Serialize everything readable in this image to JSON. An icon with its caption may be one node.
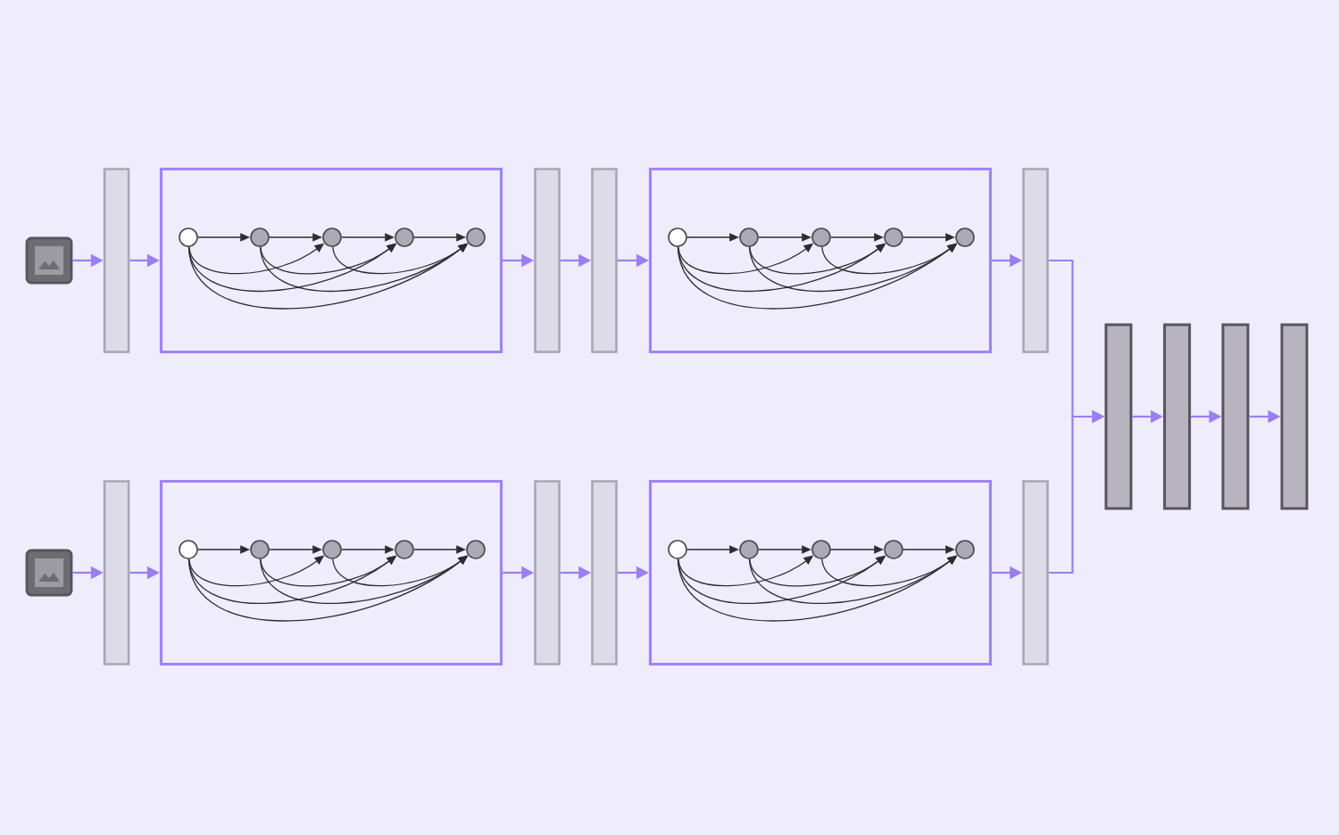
{
  "diagram": {
    "nodes": [
      {
        "text": [],
        "shape": "picture"
      },
      {
        "text": [],
        "shape": "bar"
      },
      {
        "text": [],
        "shape": "box"
      },
      {
        "text": [],
        "shape": "circle",
        "in": 2
      },
      {
        "text": [],
        "shape": "circle",
        "in": 2
      },
      {
        "text": [],
        "shape": "circle",
        "in": 2
      },
      {
        "text": [],
        "shape": "circle",
        "in": 2
      },
      {
        "text": [],
        "shape": "circle",
        "in": 2
      },
      {
        "text": [],
        "shape": "bar"
      },
      {
        "text": [],
        "shape": "bar"
      },
      {
        "text": [],
        "shape": "box"
      },
      {
        "text": [],
        "shape": "circle",
        "in": 10
      },
      {
        "text": [],
        "shape": "circle",
        "in": 10
      },
      {
        "text": [],
        "shape": "circle",
        "in": 10
      },
      {
        "text": [],
        "shape": "circle",
        "in": 10
      },
      {
        "text": [],
        "shape": "circle",
        "in": 10
      },
      {
        "text": [],
        "shape": "bar"
      },
      {
        "text": [],
        "shape": "picture"
      },
      {
        "text": [],
        "shape": "bar"
      },
      {
        "text": [],
        "shape": "box"
      },
      {
        "text": [],
        "shape": "circle",
        "in": 19
      },
      {
        "text": [],
        "shape": "circle",
        "in": 19
      },
      {
        "text": [],
        "shape": "circle",
        "in": 19
      },
      {
        "text": [],
        "shape": "circle",
        "in": 19
      },
      {
        "text": [],
        "shape": "circle",
        "in": 19
      },
      {
        "text": [],
        "shape": "bar"
      },
      {
        "text": [],
        "shape": "bar"
      },
      {
        "text": [],
        "shape": "box"
      },
      {
        "text": [],
        "shape": "circle",
        "in": 27
      },
      {
        "text": [],
        "shape": "circle",
        "in": 27
      },
      {
        "text": [],
        "shape": "circle",
        "in": 27
      },
      {
        "text": [],
        "shape": "circle",
        "in": 27
      },
      {
        "text": [],
        "shape": "circle",
        "in": 27
      },
      {
        "text": [],
        "shape": "bar"
      },
      {
        "text": [],
        "shape": "bar"
      },
      {
        "text": [],
        "shape": "bar"
      },
      {
        "text": [],
        "shape": "bar"
      },
      {
        "text": [],
        "shape": "bar"
      }
    ],
    "edges": [
      {
        "from": 0,
        "to": 1,
        "arrow": "to",
        "color": "#9b7ef0"
      },
      {
        "from": 1,
        "to": 2,
        "arrow": "to",
        "color": "#9b7ef0"
      },
      {
        "from": 3,
        "to": 4,
        "arrow": "to"
      },
      {
        "from": 4,
        "to": 5,
        "arrow": "to"
      },
      {
        "from": 5,
        "to": 6,
        "arrow": "to"
      },
      {
        "from": 6,
        "to": 7,
        "arrow": "to"
      },
      {
        "from": 3,
        "to": 5,
        "arrow": "to"
      },
      {
        "from": 3,
        "to": 6,
        "arrow": "to"
      },
      {
        "from": 3,
        "to": 7,
        "arrow": "to"
      },
      {
        "from": 4,
        "to": 6,
        "arrow": "to"
      },
      {
        "from": 4,
        "to": 7,
        "arrow": "to"
      },
      {
        "from": 5,
        "to": 7,
        "arrow": "to"
      },
      {
        "from": 2,
        "to": 8,
        "arrow": "to",
        "color": "#9b7ef0"
      },
      {
        "from": 8,
        "to": 9,
        "arrow": "to",
        "color": "#9b7ef0"
      },
      {
        "from": 9,
        "to": 10,
        "arrow": "to",
        "color": "#9b7ef0"
      },
      {
        "from": 11,
        "to": 12,
        "arrow": "to"
      },
      {
        "from": 12,
        "to": 13,
        "arrow": "to"
      },
      {
        "from": 13,
        "to": 14,
        "arrow": "to"
      },
      {
        "from": 14,
        "to": 15,
        "arrow": "to"
      },
      {
        "from": 11,
        "to": 13,
        "arrow": "to"
      },
      {
        "from": 11,
        "to": 14,
        "arrow": "to"
      },
      {
        "from": 11,
        "to": 15,
        "arrow": "to"
      },
      {
        "from": 12,
        "to": 14,
        "arrow": "to"
      },
      {
        "from": 12,
        "to": 15,
        "arrow": "to"
      },
      {
        "from": 13,
        "to": 15,
        "arrow": "to"
      },
      {
        "from": 10,
        "to": 16,
        "arrow": "to",
        "color": "#9b7ef0"
      },
      {
        "from": 16,
        "to": 34,
        "arrow": "to",
        "color": "#9b7ef0"
      },
      {
        "from": 17,
        "to": 18,
        "arrow": "to",
        "color": "#9b7ef0"
      },
      {
        "from": 18,
        "to": 19,
        "arrow": "to",
        "color": "#9b7ef0"
      },
      {
        "from": 20,
        "to": 21,
        "arrow": "to"
      },
      {
        "from": 21,
        "to": 22,
        "arrow": "to"
      },
      {
        "from": 22,
        "to": 23,
        "arrow": "to"
      },
      {
        "from": 23,
        "to": 24,
        "arrow": "to"
      },
      {
        "from": 20,
        "to": 22,
        "arrow": "to"
      },
      {
        "from": 20,
        "to": 23,
        "arrow": "to"
      },
      {
        "from": 20,
        "to": 24,
        "arrow": "to"
      },
      {
        "from": 21,
        "to": 23,
        "arrow": "to"
      },
      {
        "from": 21,
        "to": 24,
        "arrow": "to"
      },
      {
        "from": 22,
        "to": 24,
        "arrow": "to"
      },
      {
        "from": 19,
        "to": 25,
        "arrow": "to",
        "color": "#9b7ef0"
      },
      {
        "from": 25,
        "to": 26,
        "arrow": "to",
        "color": "#9b7ef0"
      },
      {
        "from": 26,
        "to": 27,
        "arrow": "to",
        "color": "#9b7ef0"
      },
      {
        "from": 28,
        "to": 29,
        "arrow": "to"
      },
      {
        "from": 29,
        "to": 30,
        "arrow": "to"
      },
      {
        "from": 30,
        "to": 31,
        "arrow": "to"
      },
      {
        "from": 31,
        "to": 32,
        "arrow": "to"
      },
      {
        "from": 28,
        "to": 30,
        "arrow": "to"
      },
      {
        "from": 28,
        "to": 31,
        "arrow": "to"
      },
      {
        "from": 28,
        "to": 32,
        "arrow": "to"
      },
      {
        "from": 29,
        "to": 31,
        "arrow": "to"
      },
      {
        "from": 29,
        "to": 32,
        "arrow": "to"
      },
      {
        "from": 30,
        "to": 32,
        "arrow": "to"
      },
      {
        "from": 27,
        "to": 33,
        "arrow": "to",
        "color": "#9b7ef0"
      },
      {
        "from": 33,
        "to": 34,
        "arrow": "to",
        "color": "#9b7ef0"
      },
      {
        "from": 34,
        "to": 35,
        "arrow": "to",
        "color": "#9b7ef0"
      },
      {
        "from": 35,
        "to": 36,
        "arrow": "to",
        "color": "#9b7ef0"
      },
      {
        "from": 36,
        "to": 37,
        "arrow": "to",
        "color": "#9b7ef0"
      }
    ]
  }
}
